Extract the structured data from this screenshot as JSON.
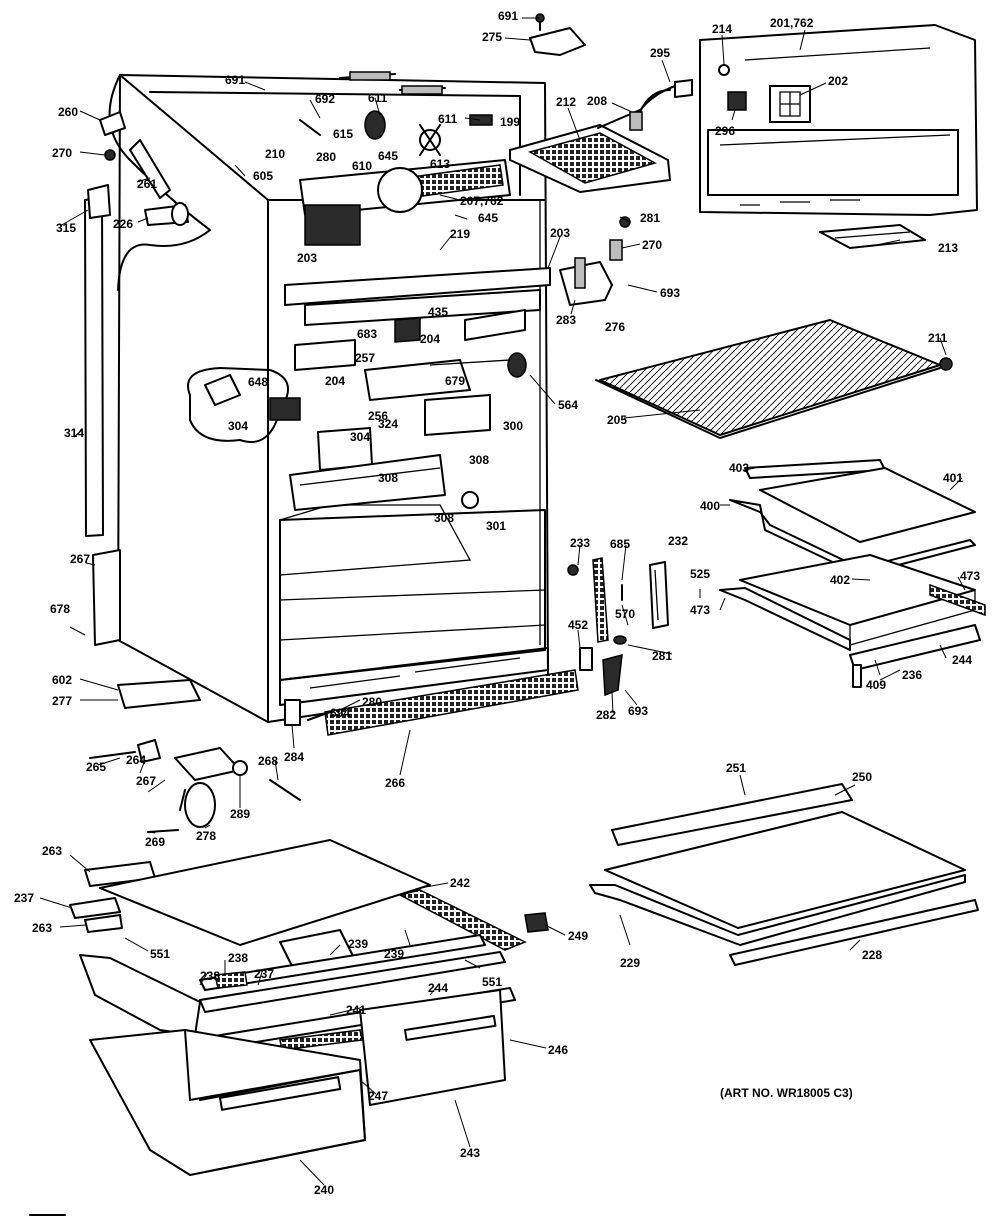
{
  "art_note": "(ART NO. WR18005 C3)",
  "part_labels": {
    "p691a": "691",
    "p275": "275",
    "p214": "214",
    "p201": "201,762",
    "p295": "295",
    "p202": "202",
    "p296": "296",
    "p208": "208",
    "p212": "212",
    "p691b": "691",
    "p692": "692",
    "p611a": "611",
    "p611b": "611",
    "p199": "199",
    "p260a": "260",
    "p270a": "270",
    "p615": "615",
    "p610": "610",
    "p645a": "645",
    "p613": "613",
    "p210": "210",
    "p280a": "280",
    "p605a": "605",
    "p261a": "261",
    "p207": "207,762",
    "p645b": "645",
    "p315": "315",
    "p226": "226",
    "p281a": "281",
    "p213": "213",
    "p219": "219",
    "p203a": "203",
    "p203b": "203",
    "p270b": "270",
    "p693a": "693",
    "p283": "283",
    "p276": "276",
    "p435": "435",
    "p683": "683",
    "p204a": "204",
    "p211": "211",
    "p204b": "204",
    "p257": "257",
    "p679": "679",
    "p648": "648",
    "p564": "564",
    "p256": "256",
    "p304a": "304",
    "p324": "324",
    "p304b": "304",
    "p300": "300",
    "p314": "314",
    "p205": "205",
    "p308a": "308",
    "p403": "403",
    "p401": "401",
    "p308b": "308",
    "p308c": "308",
    "p301": "301",
    "p400": "400",
    "p233": "233",
    "p685": "685",
    "p232": "232",
    "p267": "267",
    "p525": "525",
    "p402": "402",
    "p473a": "473",
    "p570": "570",
    "p473b": "473",
    "p678": "678",
    "p452": "452",
    "p281b": "281",
    "p244a": "244",
    "p602": "602",
    "p277": "277",
    "p280b": "280",
    "p409": "409",
    "p236": "236",
    "p694": "694",
    "p282": "282",
    "p693b": "693",
    "p265": "265",
    "p264": "264",
    "p284": "284",
    "p267b": "267",
    "p268": "268",
    "p266": "266",
    "p269": "269",
    "p289": "289",
    "p278": "278",
    "p251": "251",
    "p250": "250",
    "p263a": "263",
    "p242": "242",
    "p237a": "237",
    "p263b": "263",
    "p239a": "239",
    "p239b": "239",
    "p249": "249",
    "p551a": "551",
    "p229": "229",
    "p228": "228",
    "p238a": "238",
    "p238b": "238",
    "p237b": "237",
    "p551b": "551",
    "p241": "241",
    "p244b": "244",
    "p246": "246",
    "p247": "247",
    "p243": "243",
    "p240": "240"
  }
}
